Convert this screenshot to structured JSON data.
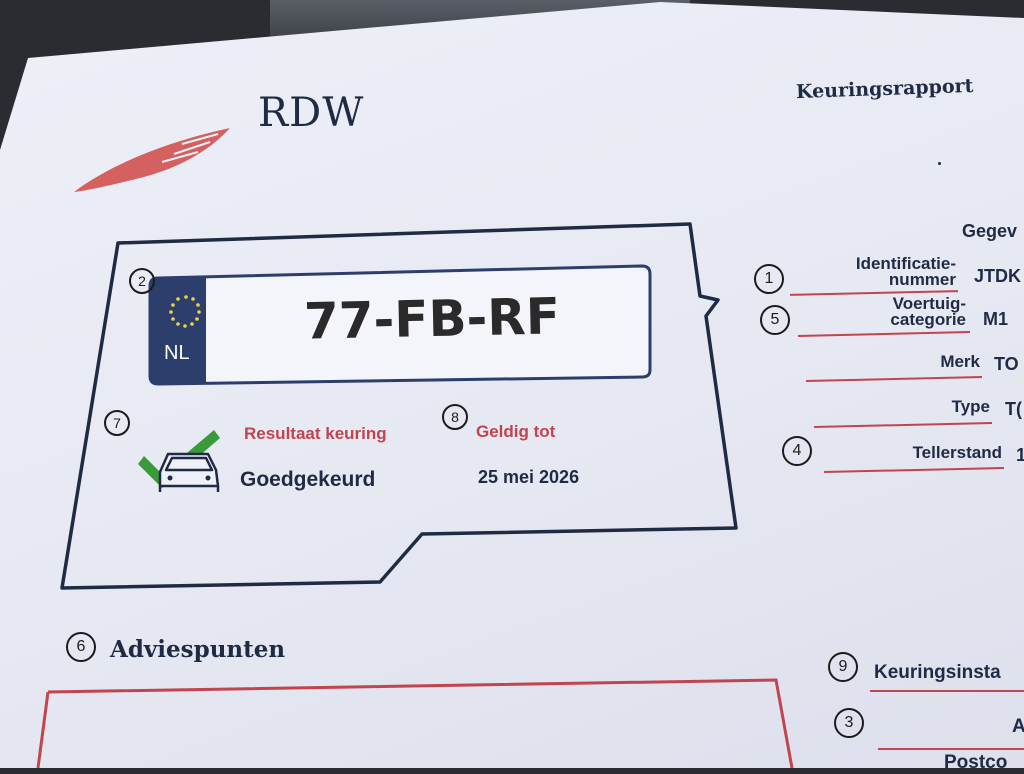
{
  "header": {
    "logo_text": "RDW",
    "document_title": "Keuringsrapport"
  },
  "section_header": "Gegev",
  "plate": {
    "registration": "77-FB-RF",
    "country_code": "NL",
    "badge": "2"
  },
  "result": {
    "badge": "7",
    "label": "Resultaat keuring",
    "value": "Goedgekeurd"
  },
  "validity": {
    "badge": "8",
    "label": "Geldig tot",
    "value": "25 mei 2026"
  },
  "vehicle_fields": [
    {
      "badge": "1",
      "label_line1": "Identificatie-",
      "label_line2": "nummer",
      "value": "JTDK"
    },
    {
      "badge": "5",
      "label_line1": "Voertuig-",
      "label_line2": "categorie",
      "value": "M1"
    },
    {
      "badge": "",
      "label_line1": "Merk",
      "label_line2": "",
      "value": "TO"
    },
    {
      "badge": "",
      "label_line1": "Type",
      "label_line2": "",
      "value": "T("
    },
    {
      "badge": "4",
      "label_line1": "Tellerstand",
      "label_line2": "",
      "value": "1"
    }
  ],
  "advice": {
    "badge": "6",
    "title": "Adviespunten"
  },
  "inspection": {
    "badge_9": "9",
    "label": "Keuringsinsta",
    "badge_3": "3",
    "partial_a": "A",
    "partial_postcode": "Postco"
  },
  "colors": {
    "navy": "#1f2b45",
    "accent_red": "#c2444e",
    "check_green": "#3a9a3a",
    "eu_blue": "#2c3e6b",
    "paper": "#e8eaf4"
  }
}
